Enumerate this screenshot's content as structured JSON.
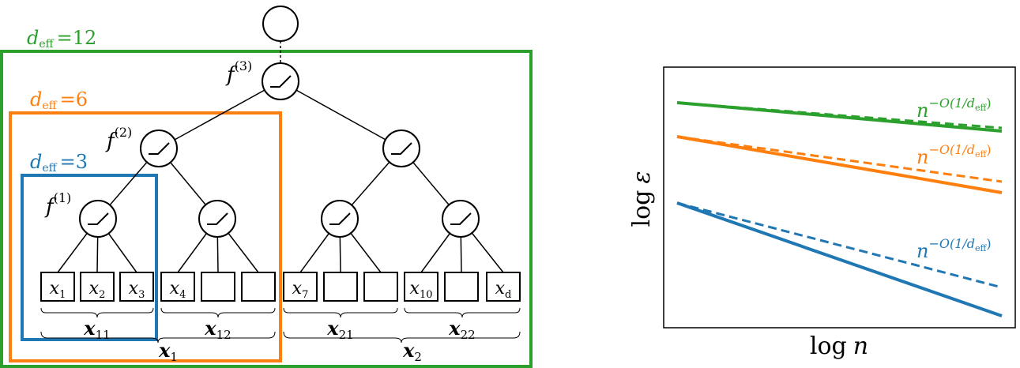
{
  "tree": {
    "boxes": {
      "green": {
        "label_main": "d",
        "label_sub": "eff",
        "label_eq": "=12",
        "color": "#2ca02c"
      },
      "orange": {
        "label_main": "d",
        "label_sub": "eff",
        "label_eq": "=6",
        "color": "#ff7f0e"
      },
      "blue": {
        "label_main": "d",
        "label_sub": "eff",
        "label_eq": "=3",
        "color": "#1f77b4"
      }
    },
    "functions": {
      "f3": {
        "base": "f",
        "sup": "(3)"
      },
      "f2": {
        "base": "f",
        "sup": "(2)"
      },
      "f1": {
        "base": "f",
        "sup": "(1)"
      }
    },
    "leaves": [
      {
        "main": "x",
        "sub": "1"
      },
      {
        "main": "x",
        "sub": "2"
      },
      {
        "main": "x",
        "sub": "3"
      },
      {
        "main": "x",
        "sub": "4"
      },
      {
        "main": "",
        "sub": ""
      },
      {
        "main": "",
        "sub": ""
      },
      {
        "main": "x",
        "sub": "7"
      },
      {
        "main": "",
        "sub": ""
      },
      {
        "main": "",
        "sub": ""
      },
      {
        "main": "x",
        "sub": "10"
      },
      {
        "main": "",
        "sub": ""
      },
      {
        "main": "x",
        "sub": "d"
      }
    ],
    "groups_level1": [
      {
        "main": "x",
        "sub": "11"
      },
      {
        "main": "x",
        "sub": "12"
      },
      {
        "main": "x",
        "sub": "21"
      },
      {
        "main": "x",
        "sub": "22"
      }
    ],
    "groups_level2": [
      {
        "main": "x",
        "sub": "1"
      },
      {
        "main": "x",
        "sub": "2"
      }
    ]
  },
  "plot": {
    "xlabel_fn": "log",
    "xlabel_var": "n",
    "ylabel_fn": "log",
    "ylabel_var": "ε",
    "rate_labels": [
      {
        "base": "n",
        "exp": "−O(1/d",
        "exp_sub": "eff",
        "exp_end": ")",
        "color": "#2ca02c"
      },
      {
        "base": "n",
        "exp": "−O(1/d",
        "exp_sub": "eff",
        "exp_end": ")",
        "color": "#ff7f0e"
      },
      {
        "base": "n",
        "exp": "−O(1/d",
        "exp_sub": "eff",
        "exp_end": ")",
        "color": "#1f77b4"
      }
    ]
  }
}
